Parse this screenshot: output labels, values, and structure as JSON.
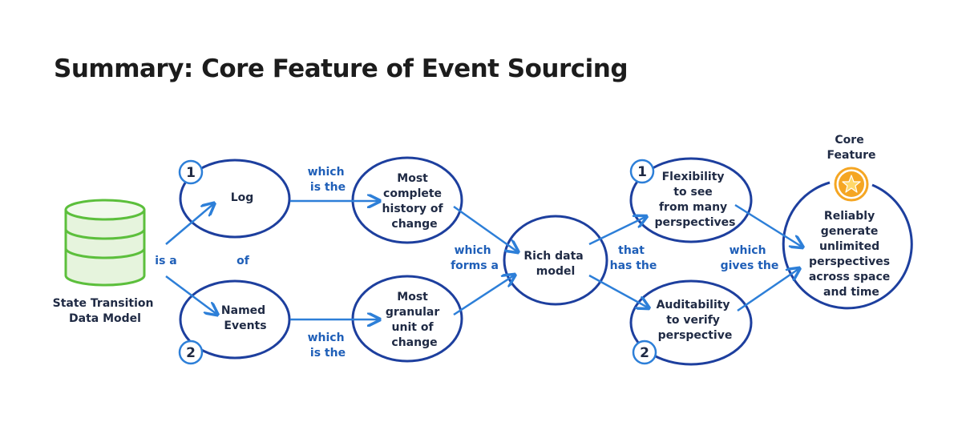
{
  "title": "Summary: Core Feature of Event Sourcing",
  "colors": {
    "node_stroke": "#1d3f9e",
    "arrow": "#2d7fd8",
    "edge_label": "#1f5fb8",
    "database": "#5cbf3c",
    "star": "#f5a623"
  },
  "nodes": {
    "state_model": {
      "lines": [
        "State Transition",
        "Data Model"
      ],
      "icon": "database-icon"
    },
    "log": {
      "lines": [
        "Log"
      ],
      "badge": "1"
    },
    "named_events": {
      "lines": [
        "Named",
        "Events"
      ],
      "badge": "2"
    },
    "complete_history": {
      "lines": [
        "Most",
        "complete",
        "history of",
        "change"
      ]
    },
    "granular_unit": {
      "lines": [
        "Most",
        "granular",
        "unit of",
        "change"
      ]
    },
    "rich_model": {
      "lines": [
        "Rich data",
        "model"
      ]
    },
    "flexibility": {
      "lines": [
        "Flexibility",
        "to see",
        "from many",
        "perspectives"
      ],
      "badge": "1"
    },
    "auditability": {
      "lines": [
        "Auditability",
        "to verify",
        "perspective"
      ],
      "badge": "2"
    },
    "core": {
      "lines": [
        "Reliably",
        "generate",
        "unlimited",
        "perspectives",
        "across space",
        "and time"
      ],
      "header": [
        "Core",
        "Feature"
      ],
      "icon": "star-icon"
    }
  },
  "edge_labels": {
    "is_a": [
      "is a"
    ],
    "of": [
      "of"
    ],
    "which_is_the_top": [
      "which",
      "is the"
    ],
    "which_is_the_bottom": [
      "which",
      "is the"
    ],
    "which_forms_a": [
      "which",
      "forms a"
    ],
    "that_has_the": [
      "that",
      "has the"
    ],
    "which_gives_the": [
      "which",
      "gives the"
    ]
  }
}
